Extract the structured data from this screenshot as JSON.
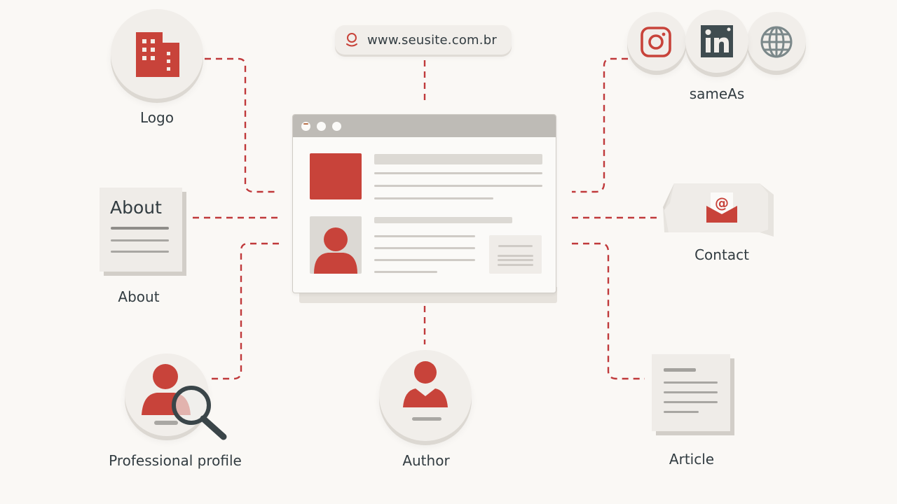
{
  "diagram": {
    "title": "",
    "colors": {
      "background": "#faf8f5",
      "accent_red": "#c8433a",
      "connector_red": "#c0393b",
      "disc": "#f1eeea",
      "text_dark": "#323c41",
      "linkedin_dark": "#3f4c50",
      "globe_gray": "#7b888a"
    },
    "url_bar": {
      "icon": "location-pin-icon",
      "text": "www.seusite.com.br"
    },
    "center": {
      "type": "website-browser-window",
      "window_dots": 3
    },
    "nodes": {
      "logo": {
        "label": "Logo",
        "icon": "building-icon"
      },
      "about": {
        "label": "About",
        "card_title": "About",
        "icon": "document-icon"
      },
      "professional_profile": {
        "label": "Professional profile",
        "icon": "person-search-icon"
      },
      "author": {
        "label": "Author",
        "icon": "person-icon"
      },
      "same_as": {
        "label": "sameAs",
        "icons": [
          "instagram-icon",
          "linkedin-icon",
          "globe-icon"
        ],
        "linkedin_text": "in"
      },
      "contact": {
        "label": "Contact",
        "icon": "email-at-icon",
        "at_symbol": "@"
      },
      "article": {
        "label": "Article",
        "icon": "article-icon"
      }
    },
    "connections": [
      {
        "from": "center",
        "to": "logo"
      },
      {
        "from": "center",
        "to": "url_bar"
      },
      {
        "from": "center",
        "to": "same_as"
      },
      {
        "from": "center",
        "to": "about"
      },
      {
        "from": "center",
        "to": "contact"
      },
      {
        "from": "center",
        "to": "professional_profile"
      },
      {
        "from": "center",
        "to": "author"
      },
      {
        "from": "center",
        "to": "article"
      }
    ]
  }
}
